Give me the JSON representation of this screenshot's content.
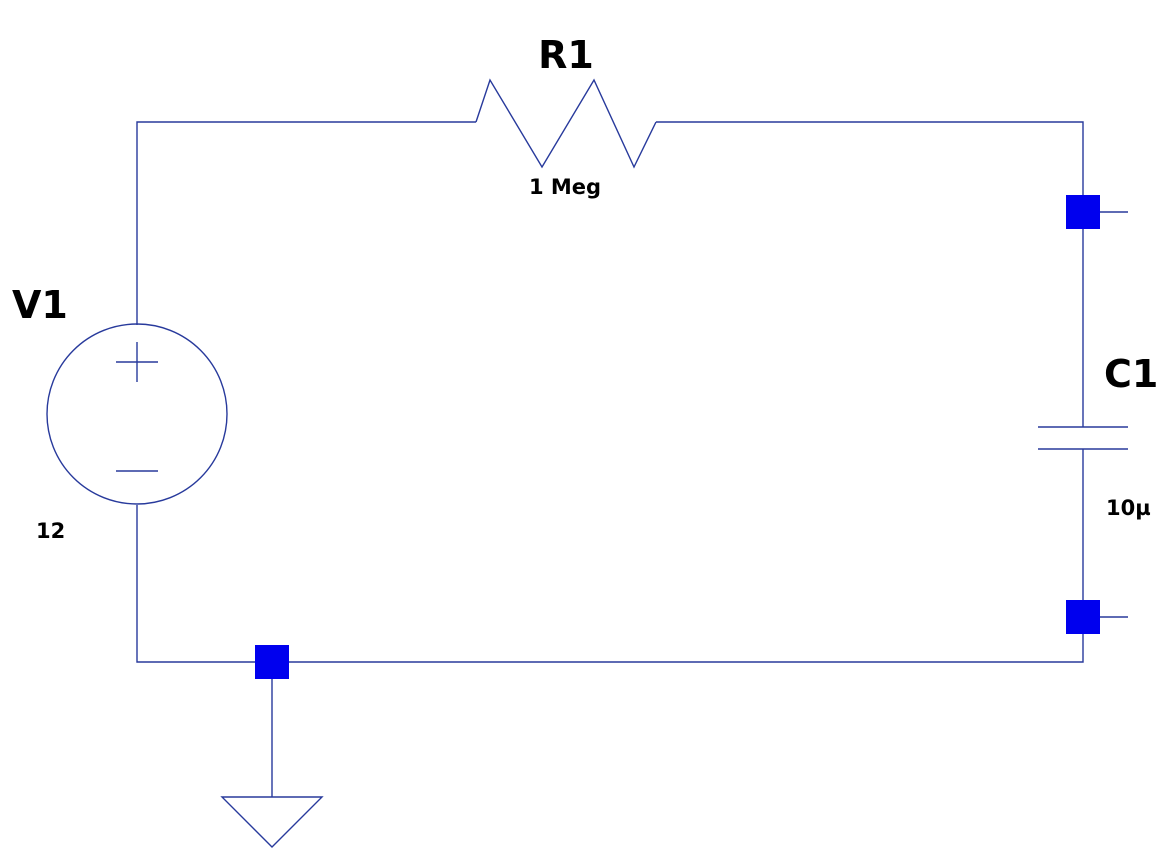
{
  "components": {
    "resistor": {
      "ref": "R1",
      "value": "1 Meg"
    },
    "voltage_source": {
      "ref": "V1",
      "value": "12"
    },
    "capacitor": {
      "ref": "C1",
      "value": "10µ"
    }
  },
  "colors": {
    "wire": "#283a9c",
    "node": "#0000ee",
    "label": "#000000",
    "background": "#ffffff"
  }
}
